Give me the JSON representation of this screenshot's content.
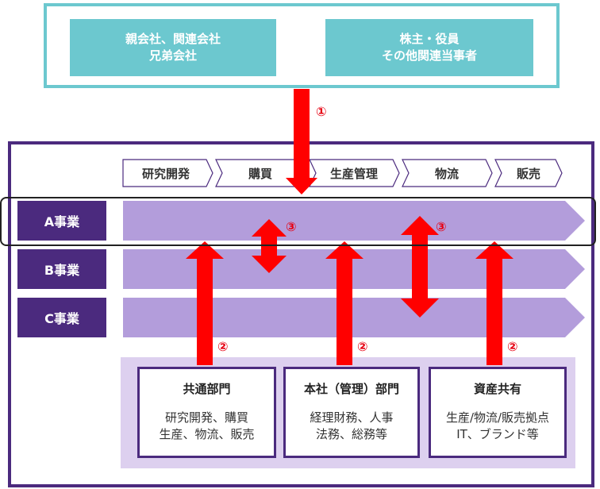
{
  "top": {
    "box_left": {
      "line1": "親会社、関連会社",
      "line2": "兄弟会社"
    },
    "box_right": {
      "line1": "株主・役員",
      "line2": "その他関連当事者"
    }
  },
  "process_steps": [
    "研究開発",
    "購買",
    "生産管理",
    "物流",
    "販売"
  ],
  "rows": [
    "A事業",
    "B事業",
    "C事業"
  ],
  "departments": [
    {
      "title": "共通部門",
      "line1": "研究開発、購買",
      "line2": "生産、物流、販売"
    },
    {
      "title": "本社（管理）部門",
      "line1": "経理財務、人事",
      "line2": "法務、総務等"
    },
    {
      "title": "資産共有",
      "line1": "生産/物流/販売拠点",
      "line2": "IT、ブランド等"
    }
  ],
  "markers": {
    "one": "①",
    "two": "②",
    "three": "③"
  },
  "colors": {
    "teal": "#6cc8cf",
    "purple_dark": "#4b2a7e",
    "purple_arrow": "#b39ddb",
    "panel": "#ddd0ef",
    "red": "#ff0000"
  }
}
